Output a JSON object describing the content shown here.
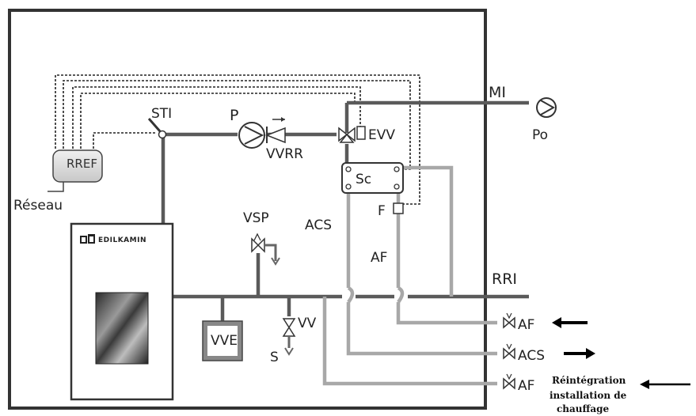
{
  "labels": {
    "sti": "STI",
    "p": "P",
    "vvrr": "VVRR",
    "evv": "EVV",
    "mi": "MI",
    "po": "Po",
    "rref": "RREF",
    "reseau": "Réseau",
    "sc": "Sc",
    "f": "F",
    "acs_inner": "ACS",
    "af_inner": "AF",
    "vsp": "VSP",
    "rri": "RRI",
    "brand": "EDILKAMIN",
    "vve": "VVE",
    "vv": "VV",
    "s": "S",
    "out_af1": "AF",
    "out_acs": "ACS",
    "out_af2": "AF",
    "reintegration_1": "Réintégration",
    "reintegration_2": "installation de",
    "reintegration_3": "chauffage"
  },
  "colors": {
    "pipe_dark": "#555555",
    "pipe_light": "#a8a8a8",
    "frame": "#333333",
    "control_line": "#222222"
  }
}
